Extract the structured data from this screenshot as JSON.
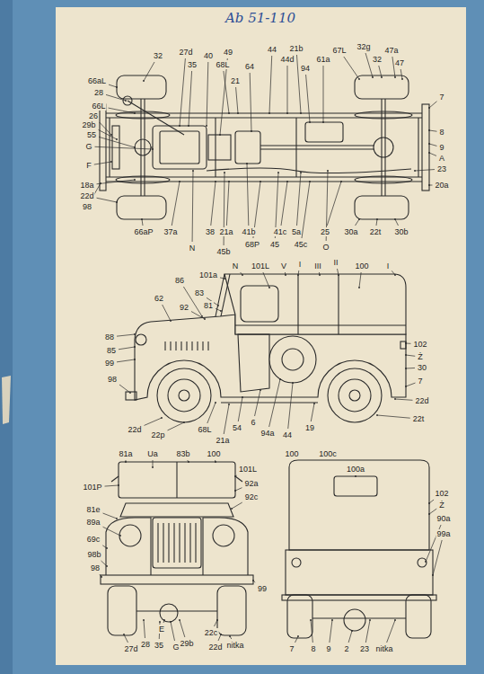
{
  "diagram": {
    "labels": [
      "Ab 51-110",
      "32",
      "27d",
      "35",
      "40",
      "49",
      "68L",
      "21",
      "64",
      "44",
      "44d",
      "21b",
      "94",
      "61a",
      "67L",
      "32g",
      "32",
      "47a",
      "47",
      "66aL",
      "28",
      "66L",
      "26",
      "29b",
      "55",
      "G",
      "F",
      "18a",
      "22d",
      "98",
      "66aP",
      "37a",
      "N",
      "38",
      "21a",
      "45b",
      "41b",
      "68P",
      "45",
      "41c",
      "5a",
      "45c",
      "O",
      "25",
      "30a",
      "22t",
      "30b",
      "20a",
      "23",
      "A",
      "9",
      "8",
      "7",
      "62",
      "86",
      "92",
      "83",
      "81",
      "101a",
      "N",
      "101L",
      "V",
      "I",
      "III",
      "II",
      "100",
      "I",
      "88",
      "85",
      "99",
      "98",
      "102",
      "Ż",
      "30",
      "7",
      "22d",
      "22t",
      "22d",
      "22p",
      "68L",
      "21a",
      "54",
      "6",
      "94a",
      "44",
      "19",
      "81a",
      "Ua",
      "83b",
      "100",
      "101L",
      "92a",
      "92c",
      "101P",
      "81e",
      "89a",
      "69c",
      "98b",
      "98",
      "E",
      "27d",
      "28",
      "35",
      "G",
      "29b",
      "22c",
      "22d",
      "nitka",
      "99",
      "100",
      "100c",
      "100a",
      "102",
      "Ż",
      "90a",
      "99a",
      "7",
      "8",
      "9",
      "2",
      "23",
      "nitka"
    ]
  }
}
